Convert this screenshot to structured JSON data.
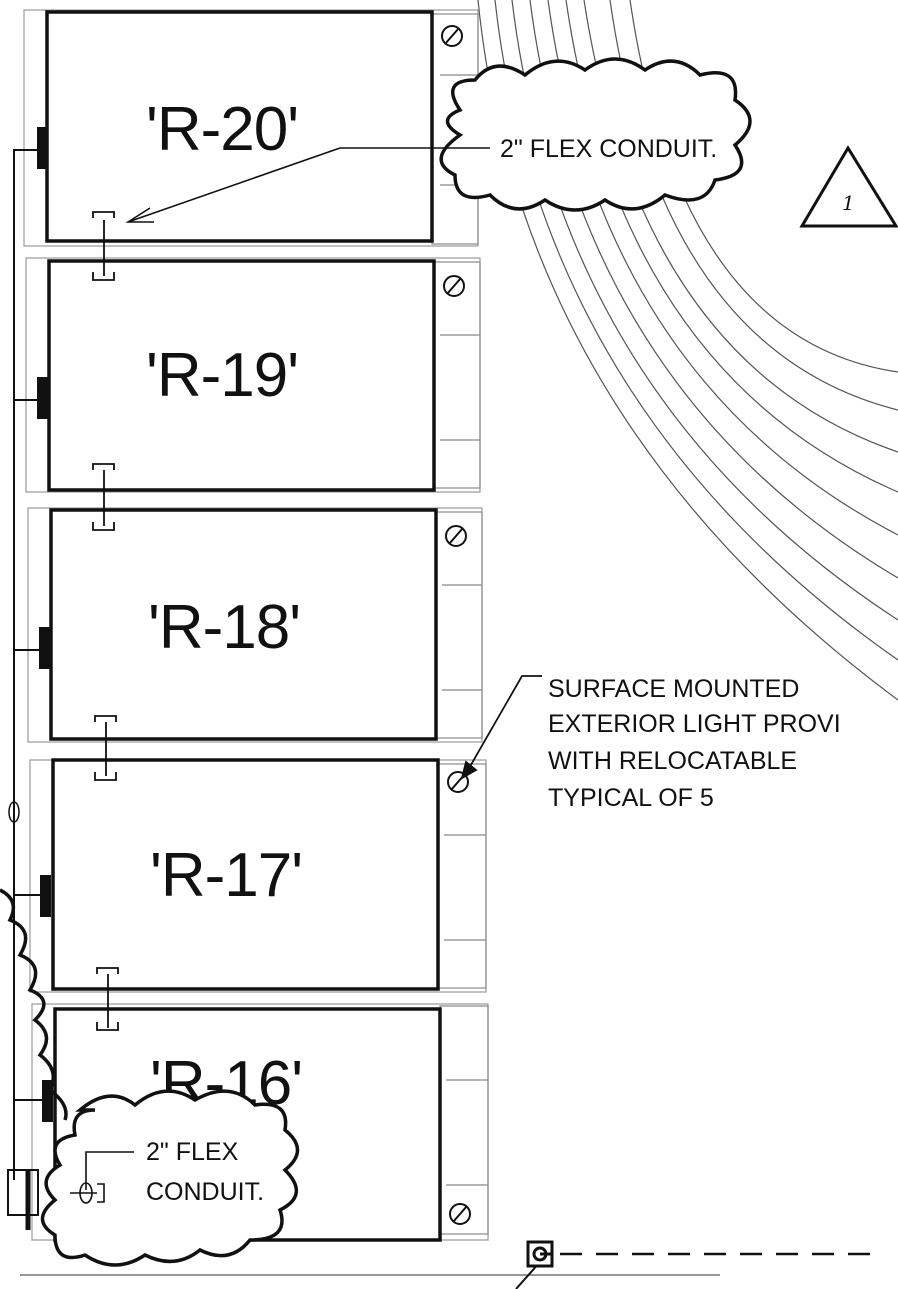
{
  "units": [
    {
      "label": "'R-20'"
    },
    {
      "label": "'R-19'"
    },
    {
      "label": "'R-18'"
    },
    {
      "label": "'R-17'"
    },
    {
      "label": "'R-16'"
    }
  ],
  "notes": {
    "flex_top": "2\" FLEX CONDUIT.",
    "light_lines": [
      "SURFACE MOUNTED",
      "EXTERIOR LIGHT PROVI",
      "WITH RELOCATABLE",
      "TYPICAL OF 5"
    ],
    "flex_bottom_lines": [
      "2\" FLEX",
      "CONDUIT."
    ]
  },
  "revision_tag": "1"
}
